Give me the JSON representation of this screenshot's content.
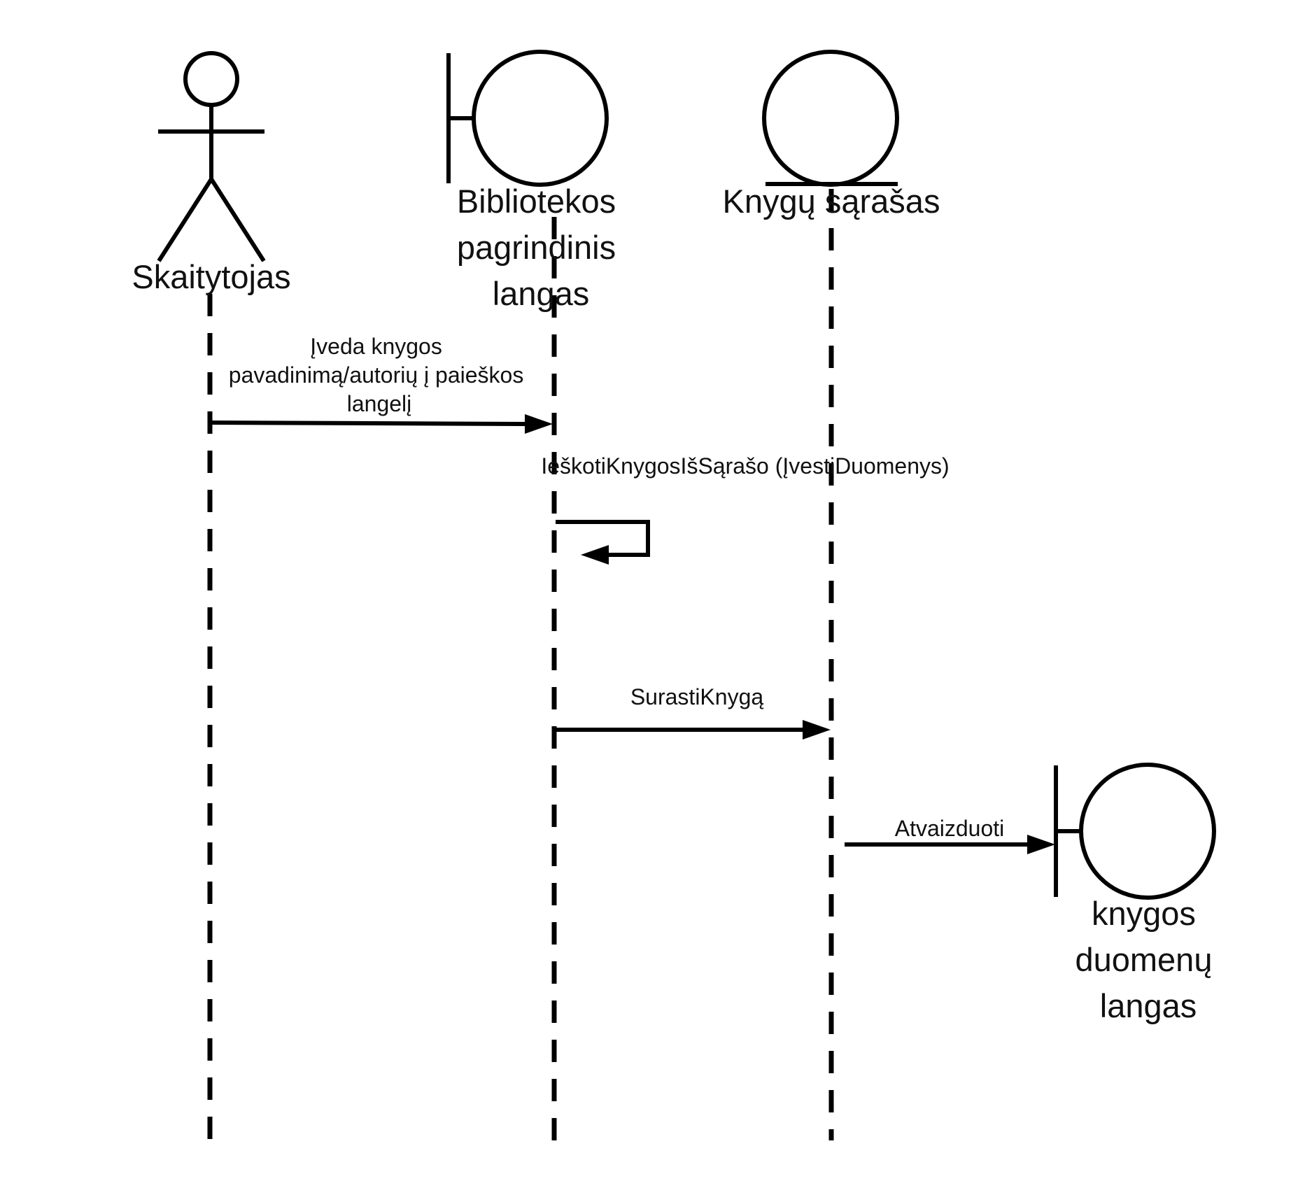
{
  "colors": {
    "line": "#000000",
    "text": "#111111",
    "background": "#ffffff"
  },
  "participants": [
    {
      "id": "actor",
      "kind": "actor",
      "name_lines": [
        "Skaitytojas"
      ]
    },
    {
      "id": "main-window",
      "kind": "boundary",
      "name_lines": [
        "Bibliotekos",
        "pagrindinis",
        "langas"
      ]
    },
    {
      "id": "book-list",
      "kind": "entity",
      "name_lines": [
        "Knygų sąrašas"
      ]
    },
    {
      "id": "book-data-window",
      "kind": "boundary",
      "name_lines": [
        "knygos",
        "duomenų",
        "langas"
      ]
    }
  ],
  "messages": [
    {
      "from": "actor",
      "to": "main-window",
      "label_lines": [
        "Įveda knygos",
        "pavadinimą/autorių į paieškos",
        "langelį"
      ]
    },
    {
      "from": "main-window",
      "to": "main-window",
      "self": true,
      "label_lines": [
        "IeškotiKnygosIšSąrašo (ĮvestiDuomenys)"
      ]
    },
    {
      "from": "main-window",
      "to": "book-list",
      "label_lines": [
        "SurastiKnygą"
      ]
    },
    {
      "from": "book-list",
      "to": "book-data-window",
      "label_lines": [
        "Atvaizduoti"
      ]
    }
  ]
}
